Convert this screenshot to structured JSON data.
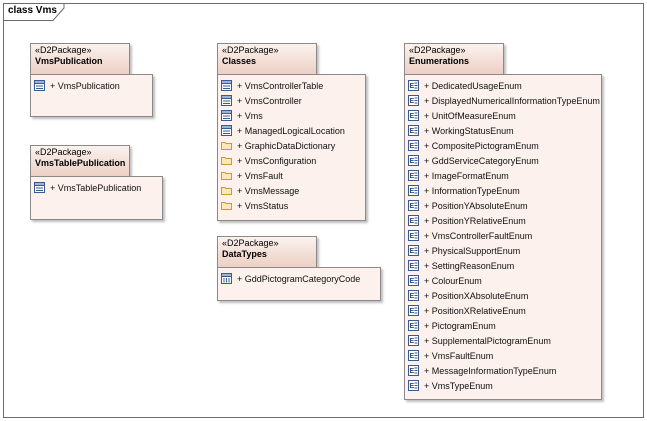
{
  "frame": {
    "title": "class Vms"
  },
  "packages": [
    {
      "id": "vmspublication",
      "stereotype": "«D2Package»",
      "name": "VmsPublication",
      "items": [
        {
          "label": "+ VmsPublication",
          "icon": "class-icon"
        }
      ]
    },
    {
      "id": "vmstablepublication",
      "stereotype": "«D2Package»",
      "name": "VmsTablePublication",
      "items": [
        {
          "label": "+ VmsTablePublication",
          "icon": "class-icon"
        }
      ]
    },
    {
      "id": "classes",
      "stereotype": "«D2Package»",
      "name": "Classes",
      "items": [
        {
          "label": "+ VmsControllerTable",
          "icon": "class-icon"
        },
        {
          "label": "+ VmsController",
          "icon": "class-icon"
        },
        {
          "label": "+ Vms",
          "icon": "class-icon"
        },
        {
          "label": "+ ManagedLogicalLocation",
          "icon": "class-icon"
        },
        {
          "label": "+ GraphicDataDictionary",
          "icon": "folder-icon"
        },
        {
          "label": "+ VmsConfiguration",
          "icon": "folder-icon"
        },
        {
          "label": "+ VmsFault",
          "icon": "folder-icon"
        },
        {
          "label": "+ VmsMessage",
          "icon": "folder-icon"
        },
        {
          "label": "+ VmsStatus",
          "icon": "folder-icon"
        }
      ]
    },
    {
      "id": "datatypes",
      "stereotype": "«D2Package»",
      "name": "DataTypes",
      "items": [
        {
          "label": "+ GddPictogramCategoryCode",
          "icon": "datatype-icon"
        }
      ]
    },
    {
      "id": "enumerations",
      "stereotype": "«D2Package»",
      "name": "Enumerations",
      "items": [
        {
          "label": "+ DedicatedUsageEnum",
          "icon": "enum-icon"
        },
        {
          "label": "+ DisplayedNumericalInformationTypeEnum",
          "icon": "enum-icon"
        },
        {
          "label": "+ UnitOfMeasureEnum",
          "icon": "enum-icon"
        },
        {
          "label": "+ WorkingStatusEnum",
          "icon": "enum-icon"
        },
        {
          "label": "+ CompositePictogramEnum",
          "icon": "enum-icon"
        },
        {
          "label": "+ GddServiceCategoryEnum",
          "icon": "enum-icon"
        },
        {
          "label": "+ ImageFormatEnum",
          "icon": "enum-icon"
        },
        {
          "label": "+ InformationTypeEnum",
          "icon": "enum-icon"
        },
        {
          "label": "+ PositionYAbsoluteEnum",
          "icon": "enum-icon"
        },
        {
          "label": "+ PositionYRelativeEnum",
          "icon": "enum-icon"
        },
        {
          "label": "+ VmsControllerFaultEnum",
          "icon": "enum-icon"
        },
        {
          "label": "+ PhysicalSupportEnum",
          "icon": "enum-icon"
        },
        {
          "label": "+ SettingReasonEnum",
          "icon": "enum-icon"
        },
        {
          "label": "+ ColourEnum",
          "icon": "enum-icon"
        },
        {
          "label": "+ PositionXAbsoluteEnum",
          "icon": "enum-icon"
        },
        {
          "label": "+ PositionXRelativeEnum",
          "icon": "enum-icon"
        },
        {
          "label": "+ PictogramEnum",
          "icon": "enum-icon"
        },
        {
          "label": "+ SupplementalPictogramEnum",
          "icon": "enum-icon"
        },
        {
          "label": "+ VmsFaultEnum",
          "icon": "enum-icon"
        },
        {
          "label": "+ MessageInformationTypeEnum",
          "icon": "enum-icon"
        },
        {
          "label": "+ VmsTypeEnum",
          "icon": "enum-icon"
        }
      ]
    }
  ]
}
